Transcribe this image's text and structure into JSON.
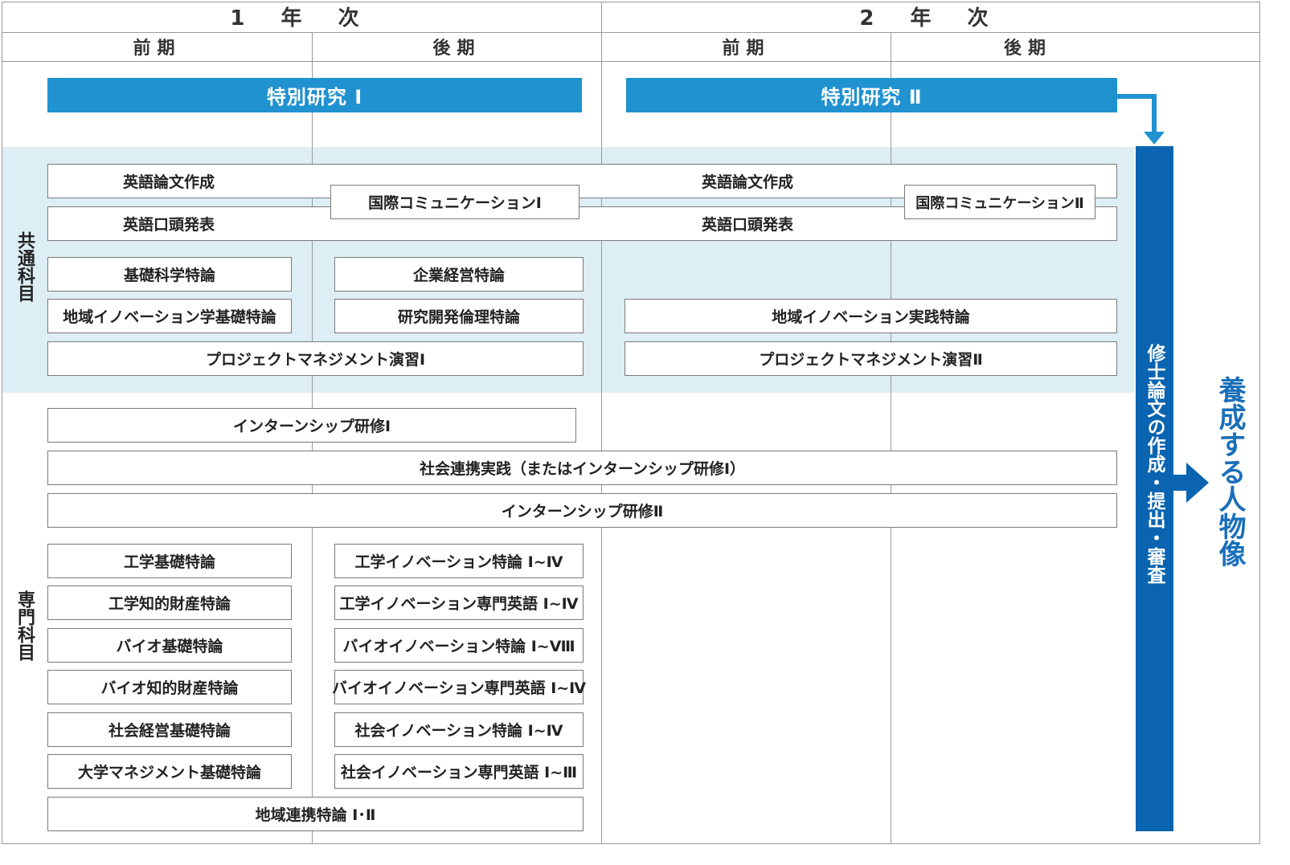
{
  "header": {
    "year1": "1 年 次",
    "year2": "2 年 次",
    "terms": [
      "前期",
      "後期",
      "前期",
      "後期"
    ]
  },
  "research": {
    "r1": "特別研究 Ⅰ",
    "r2": "特別研究 Ⅱ"
  },
  "common": {
    "label": "共通科目",
    "eng_writing_1": "英語論文作成",
    "eng_writing_2": "英語論文作成",
    "eng_oral_1": "英語口頭発表",
    "eng_oral_2": "英語口頭発表",
    "intl_comm_1": "国際コミュニケーションⅠ",
    "intl_comm_2": "国際コミュニケーションⅡ",
    "basic_science": "基礎科学特論",
    "corp_mgmt": "企業経営特論",
    "regional_innov_basic": "地域イノベーション学基礎特論",
    "rd_ethics": "研究開発倫理特論",
    "regional_innov_practice": "地域イノベーション実践特論",
    "pm_1": "プロジェクトマネジメント演習Ⅰ",
    "pm_2": "プロジェクトマネジメント演習Ⅱ"
  },
  "specialized": {
    "label": "専門科目",
    "intern_1": "インターンシップ研修Ⅰ",
    "social_practice": "社会連携実践（またはインターンシップ研修Ⅰ）",
    "intern_2": "インターンシップ研修Ⅱ",
    "left_column": [
      "工学基礎特論",
      "工学知的財産特論",
      "バイオ基礎特論",
      "バイオ知的財産特論",
      "社会経営基礎特論",
      "大学マネジメント基礎特論"
    ],
    "right_column": [
      "工学イノベーション特論 Ⅰ~Ⅳ",
      "工学イノベーション専門英語 Ⅰ~Ⅳ",
      "バイオイノベーション特論 Ⅰ~Ⅷ",
      "バイオイノベーション専門英語 Ⅰ~Ⅳ",
      "社会イノベーション特論 Ⅰ~Ⅳ",
      "社会イノベーション専門英語 Ⅰ~Ⅲ"
    ],
    "regional_collab": "地域連携特論 Ⅰ･Ⅱ"
  },
  "thesis": "修士論文の作成・提出・審査",
  "outcome": "養成する人物像",
  "colors": {
    "blue_bar": "#2092d0",
    "dark_blue": "#0a64b0",
    "common_bg": "#ddeef4",
    "outcome_text": "#1a6fba"
  }
}
